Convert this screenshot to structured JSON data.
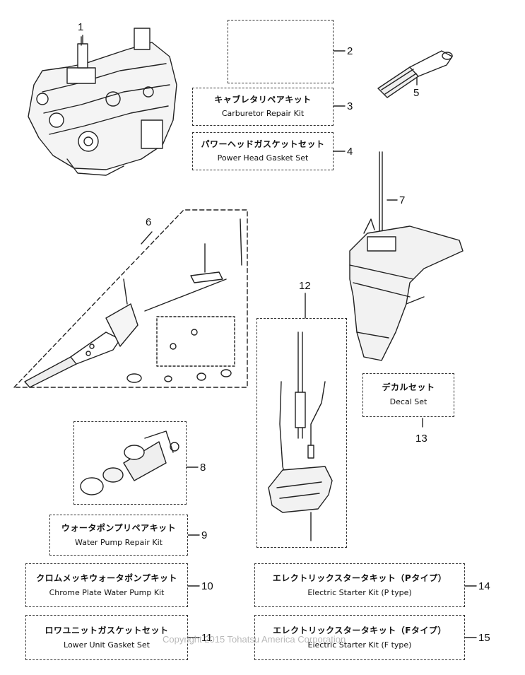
{
  "callouts": {
    "n1": "1",
    "n2": "2",
    "n3": "3",
    "n4": "4",
    "n5": "5",
    "n6": "6",
    "n7": "7",
    "n8": "8",
    "n9": "9",
    "n10": "10",
    "n11": "11",
    "n12": "12",
    "n13": "13",
    "n14": "14",
    "n15": "15"
  },
  "kits": {
    "carb_jp": "キャブレタリペアキット",
    "carb_en": "Carburetor Repair Kit",
    "gasket_jp": "パワーヘッドガスケットセット",
    "gasket_en": "Power Head Gasket Set",
    "decal_jp": "デカルセット",
    "decal_en": "Decal Set",
    "pump_jp": "ウォータポンプリペアキット",
    "pump_en": "Water Pump Repair Kit",
    "chrome_jp": "クロムメッキウォータポンプキット",
    "chrome_en": "Chrome Plate Water Pump Kit",
    "lower_jp": "ロワユニットガスケットセット",
    "lower_en": "Lower Unit Gasket Set",
    "estp_jp": "エレクトリックスタータキット（Pタイプ）",
    "estp_en": "Electric Starter Kit (P type)",
    "estf_jp": "エレクトリックスタータキット（Fタイプ）",
    "estf_en": "Electric Starter Kit (F type)"
  },
  "watermark": "Copyright 2015 Tohatsu America Corporation",
  "icons": {
    "power_head": "engine-power-head-icon",
    "tiller": "tiller-handle-icon",
    "lower_unit": "lower-unit-gearcase-icon"
  }
}
